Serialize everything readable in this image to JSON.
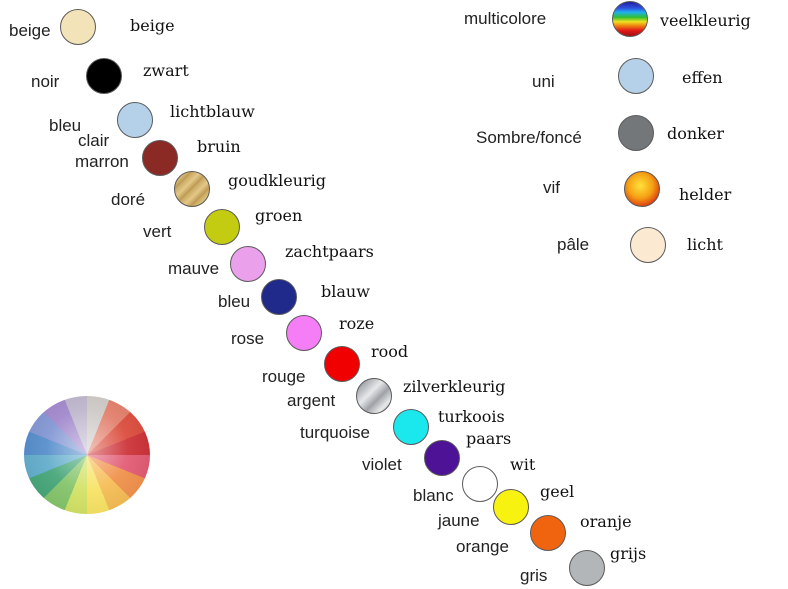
{
  "colors": [
    {
      "id": "beige",
      "fr": "beige",
      "nl": "beige",
      "fill": "#f3e3b8"
    },
    {
      "id": "noir",
      "fr": "noir",
      "nl": "zwart",
      "fill": "#000000"
    },
    {
      "id": "bleu-clair",
      "fr": "bleu clair",
      "fr_line1": "bleu",
      "fr_line2": "clair",
      "nl": "lichtblauw",
      "fill": "#b5d1ea"
    },
    {
      "id": "marron",
      "fr": "marron",
      "nl": "bruin",
      "fill": "#8b2a25"
    },
    {
      "id": "dore",
      "fr": "doré",
      "nl": "goudkleurig",
      "fill": "#d4b46c"
    },
    {
      "id": "vert",
      "fr": "vert",
      "nl": "groen",
      "fill": "#c4cc12"
    },
    {
      "id": "mauve",
      "fr": "mauve",
      "nl": "zachtpaars",
      "fill": "#eba0eb"
    },
    {
      "id": "bleu",
      "fr": "bleu",
      "nl": "blauw",
      "fill": "#202a8a"
    },
    {
      "id": "rose",
      "fr": "rose",
      "nl": "roze",
      "fill": "#f57df5"
    },
    {
      "id": "rouge",
      "fr": "rouge",
      "nl": "rood",
      "fill": "#f00000"
    },
    {
      "id": "argent",
      "fr": "argent",
      "nl": "zilverkleurig",
      "fill": "#a8abb0"
    },
    {
      "id": "turquoise",
      "fr": "turquoise",
      "nl": "turkoois",
      "fill": "#1ae8ec"
    },
    {
      "id": "violet",
      "fr": "violet",
      "nl": "paars",
      "fill": "#4e1296"
    },
    {
      "id": "blanc",
      "fr": "blanc",
      "nl": "wit",
      "fill": "#ffffff"
    },
    {
      "id": "jaune",
      "fr": "jaune",
      "nl": "geel",
      "fill": "#f8f210"
    },
    {
      "id": "orange",
      "fr": "orange",
      "nl": "oranje",
      "fill": "#f06410"
    },
    {
      "id": "gris",
      "fr": "gris",
      "nl": "grijs",
      "fill": "#b2b6b9"
    }
  ],
  "qualities": [
    {
      "id": "multicolore",
      "fr": "multicolore",
      "nl": "veelkleurig",
      "fill": "rainbow"
    },
    {
      "id": "uni",
      "fr": "uni",
      "nl": "effen",
      "fill": "#b5d1ea"
    },
    {
      "id": "sombre",
      "fr": "Sombre/foncé",
      "nl": "donker",
      "fill": "#74777a"
    },
    {
      "id": "vif",
      "fr": "vif",
      "nl": "helder",
      "fill": "#f39a12"
    },
    {
      "id": "pale",
      "fr": "pâle",
      "nl": "licht",
      "fill": "#fbe9d2"
    }
  ],
  "icons": {
    "wheel": "color-wheel-icon"
  }
}
